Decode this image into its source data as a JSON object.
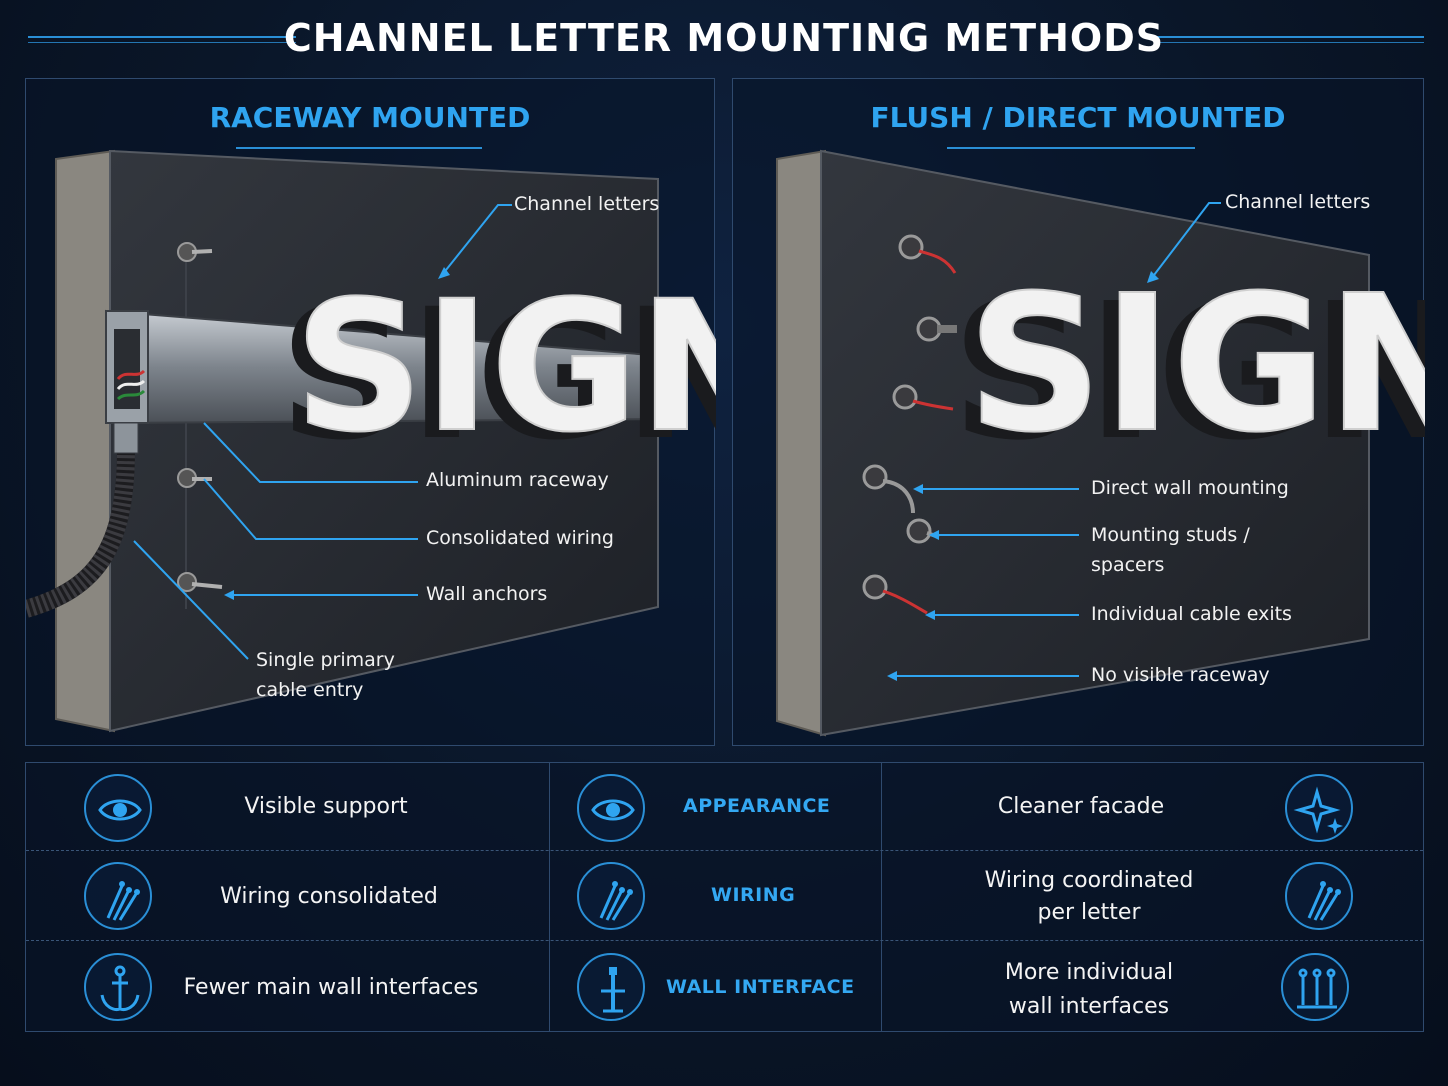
{
  "title": "CHANNEL LETTER MOUNTING METHODS",
  "panels": {
    "left": {
      "title": "RACEWAY MOUNTED",
      "sign_text": "SIGNS",
      "callouts": {
        "channel_letters": "Channel letters",
        "aluminum_raceway": "Aluminum raceway",
        "consolidated_wiring": "Consolidated wiring",
        "wall_anchors": "Wall anchors",
        "cable_entry_1": "Single primary",
        "cable_entry_2": "cable entry"
      }
    },
    "right": {
      "title": "FLUSH / DIRECT MOUNTED",
      "sign_text": "SIGNS",
      "callouts": {
        "channel_letters": "Channel letters",
        "direct_wall": "Direct wall mounting",
        "studs_1": "Mounting studs /",
        "studs_2": "spacers",
        "cable_exits": "Individual cable exits",
        "no_raceway": "No visible raceway"
      }
    }
  },
  "comparison": {
    "rows": [
      {
        "left_icon": "eye-icon",
        "left": "Visible support",
        "category_icon": "eye-icon",
        "category": "APPEARANCE",
        "right": "Cleaner facade",
        "right_icon": "sparkle-icon"
      },
      {
        "left_icon": "wires-icon",
        "left": "Wiring consolidated",
        "category_icon": "wires-icon",
        "category": "WIRING",
        "right_1": "Wiring coordinated",
        "right_2": "per letter",
        "right_icon": "wires-icon"
      },
      {
        "left_icon": "anchor-icon",
        "left": "Fewer main wall interfaces",
        "category_icon": "wall-anchor-icon",
        "category": "WALL INTERFACE",
        "right_1": "More individual",
        "right_2": "wall interfaces",
        "right_icon": "studs-icon"
      }
    ]
  },
  "colors": {
    "accent": "#2fa4f0",
    "background": "#0a1628",
    "wall": "#2a2d33",
    "letter_face": "#f2f2f2"
  }
}
